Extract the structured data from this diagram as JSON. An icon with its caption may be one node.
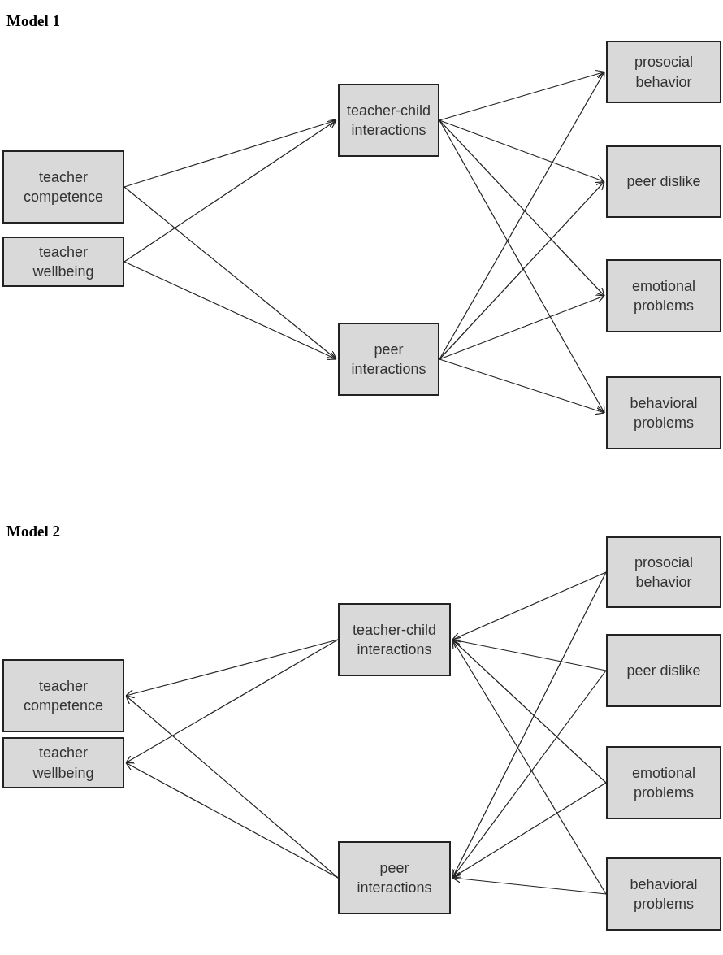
{
  "diagram": {
    "nodes": [
      {
        "text": [
          "teacher competence"
        ]
      },
      {
        "text": [
          "teacher wellbeing"
        ]
      },
      {
        "text": [
          "teacher-child interactions"
        ]
      },
      {
        "text": [
          "peer interactions"
        ]
      },
      {
        "text": [
          "prosocial behavior"
        ]
      },
      {
        "text": [
          "peer dislike"
        ]
      },
      {
        "text": [
          "emotional problems"
        ]
      },
      {
        "text": [
          "behavioral problems"
        ]
      },
      {
        "text": [
          "teacher competence"
        ]
      },
      {
        "text": [
          "teacher wellbeing"
        ]
      },
      {
        "text": [
          "teacher-child interactions"
        ]
      },
      {
        "text": [
          "peer interactions"
        ]
      },
      {
        "text": [
          "prosocial behavior"
        ]
      },
      {
        "text": [
          "peer dislike"
        ]
      },
      {
        "text": [
          "emotional problems"
        ]
      },
      {
        "text": [
          "behavioral problems"
        ]
      }
    ],
    "edges": [
      {
        "from": 0,
        "to": 2,
        "arrow": "to"
      },
      {
        "from": 0,
        "to": 3,
        "arrow": "to"
      },
      {
        "from": 1,
        "to": 2,
        "arrow": "to"
      },
      {
        "from": 1,
        "to": 3,
        "arrow": "to"
      },
      {
        "from": 2,
        "to": 4,
        "arrow": "to"
      },
      {
        "from": 2,
        "to": 5,
        "arrow": "to"
      },
      {
        "from": 2,
        "to": 6,
        "arrow": "to"
      },
      {
        "from": 2,
        "to": 7,
        "arrow": "to"
      },
      {
        "from": 3,
        "to": 4,
        "arrow": "to"
      },
      {
        "from": 3,
        "to": 5,
        "arrow": "to"
      },
      {
        "from": 3,
        "to": 6,
        "arrow": "to"
      },
      {
        "from": 3,
        "to": 7,
        "arrow": "to"
      },
      {
        "from": 10,
        "to": 8,
        "arrow": "to"
      },
      {
        "from": 10,
        "to": 9,
        "arrow": "to"
      },
      {
        "from": 11,
        "to": 8,
        "arrow": "to"
      },
      {
        "from": 11,
        "to": 9,
        "arrow": "to"
      },
      {
        "from": 12,
        "to": 10,
        "arrow": "to"
      },
      {
        "from": 12,
        "to": 11,
        "arrow": "to"
      },
      {
        "from": 13,
        "to": 10,
        "arrow": "to"
      },
      {
        "from": 13,
        "to": 11,
        "arrow": "to"
      },
      {
        "from": 14,
        "to": 10,
        "arrow": "to"
      },
      {
        "from": 14,
        "to": 11,
        "arrow": "to"
      },
      {
        "from": 15,
        "to": 10,
        "arrow": "to"
      },
      {
        "from": 15,
        "to": 11,
        "arrow": "to"
      }
    ],
    "labels": [
      "Model 1",
      "Model 2"
    ]
  }
}
